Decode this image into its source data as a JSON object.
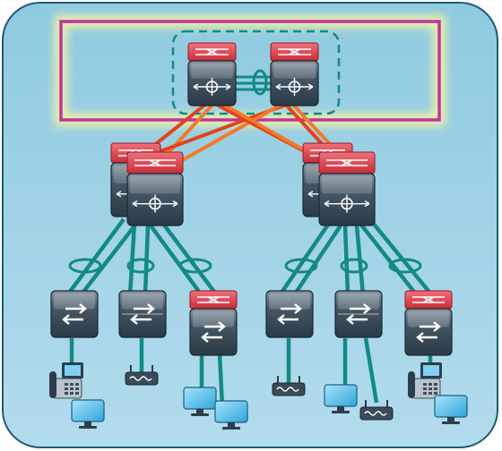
{
  "diagram": {
    "nodes": {
      "core": [
        {
          "id": "core-left",
          "icon": "core-switch-icon",
          "top_icon": "router-icon"
        },
        {
          "id": "core-right",
          "icon": "core-switch-icon",
          "top_icon": "router-icon"
        }
      ],
      "distribution": [
        {
          "id": "dist-left",
          "icon": "distribution-switch-stack-icon",
          "top_icon": "router-icon"
        },
        {
          "id": "dist-right",
          "icon": "distribution-switch-stack-icon",
          "top_icon": "router-icon"
        }
      ],
      "access": [
        {
          "id": "access-1",
          "icon": "access-switch-icon",
          "layer3": false
        },
        {
          "id": "access-2",
          "icon": "access-switch-icon",
          "layer3": false
        },
        {
          "id": "access-3",
          "icon": "access-switch-icon",
          "layer3": true
        },
        {
          "id": "access-4",
          "icon": "access-switch-icon",
          "layer3": false
        },
        {
          "id": "access-5",
          "icon": "access-switch-icon",
          "layer3": false
        },
        {
          "id": "access-6",
          "icon": "access-switch-icon",
          "layer3": true
        }
      ],
      "endpoints": [
        {
          "access": "access-1",
          "devices": [
            "ip-phone-icon",
            "monitor-icon"
          ]
        },
        {
          "access": "access-2",
          "devices": [
            "wireless-ap-icon"
          ]
        },
        {
          "access": "access-3",
          "devices": [
            "monitor-icon",
            "monitor-icon"
          ]
        },
        {
          "access": "access-4",
          "devices": [
            "wireless-ap-icon"
          ]
        },
        {
          "access": "access-5",
          "devices": [
            "monitor-icon",
            "wireless-ap-icon"
          ]
        },
        {
          "access": "access-6",
          "devices": [
            "ip-phone-icon",
            "monitor-icon"
          ]
        }
      ]
    },
    "highlight": "core-layer",
    "colors": {
      "background_fill": "#9fd3e6",
      "background_border": "#1f5a75",
      "highlight_box": "#c1359a",
      "highlight_glow": "#eef0a8",
      "core_links": "#e2431c",
      "access_links": "#138a83",
      "etherchannel_ring": "#138a83",
      "router_red": "#d63a44",
      "switch_body": "#2f4453"
    }
  }
}
